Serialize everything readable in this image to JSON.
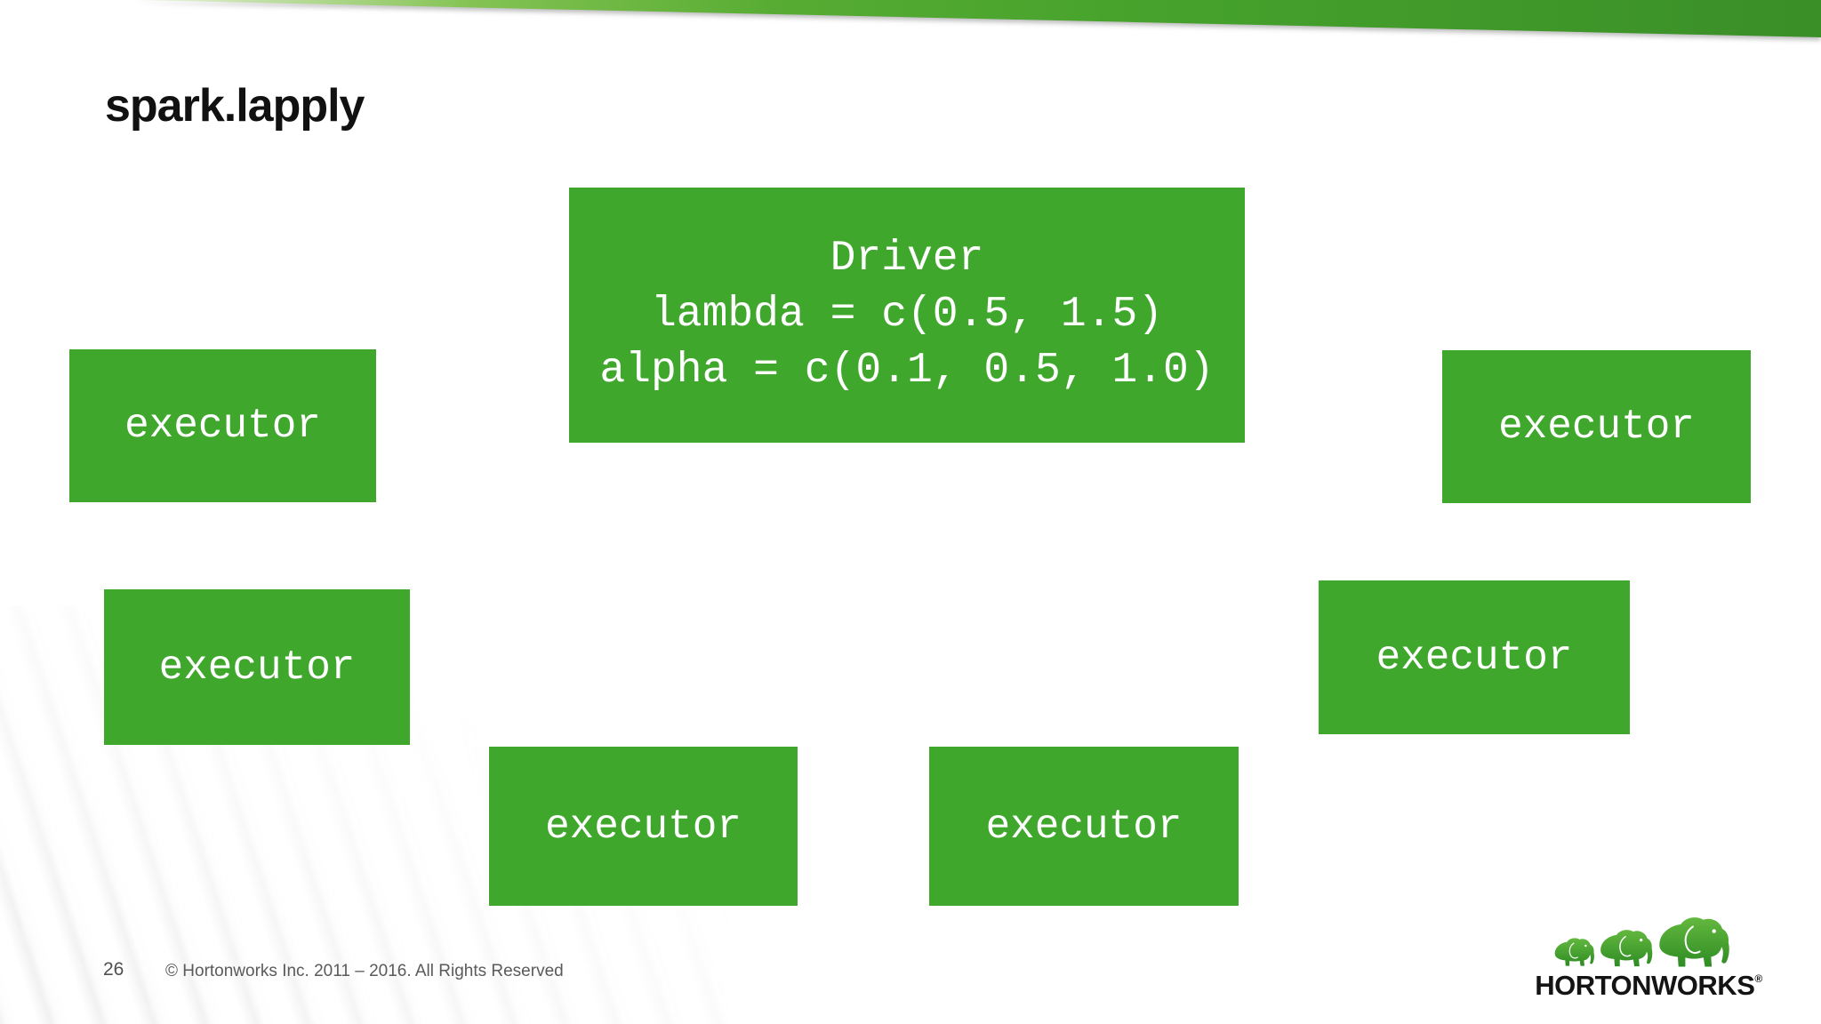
{
  "header": {
    "title": "spark.lapply"
  },
  "diagram": {
    "driver": {
      "lines": [
        "Driver",
        "lambda = c(0.5, 1.5)",
        "alpha = c(0.1, 0.5, 1.0)"
      ]
    },
    "executors": [
      {
        "label": "executor"
      },
      {
        "label": "executor"
      },
      {
        "label": "executor"
      },
      {
        "label": "executor"
      },
      {
        "label": "executor"
      },
      {
        "label": "executor"
      }
    ]
  },
  "footer": {
    "page_number": "26",
    "copyright": "© Hortonworks Inc. 2011 – 2016. All Rights Reserved"
  },
  "logo": {
    "brand": "HORTONWORKS",
    "registered": "®",
    "icon": "three-green-elephants"
  },
  "colors": {
    "box_green": "#3fa72c",
    "band_green_dark": "#3a8f27",
    "band_green_mid": "#46a22c",
    "band_green_light": "#f0f7e8",
    "elephant_green_top": "#63b83e",
    "elephant_green_bottom": "#2f8c24",
    "title_black": "#111111",
    "footer_gray": "#5a5a5a",
    "text_white": "#ffffff"
  }
}
